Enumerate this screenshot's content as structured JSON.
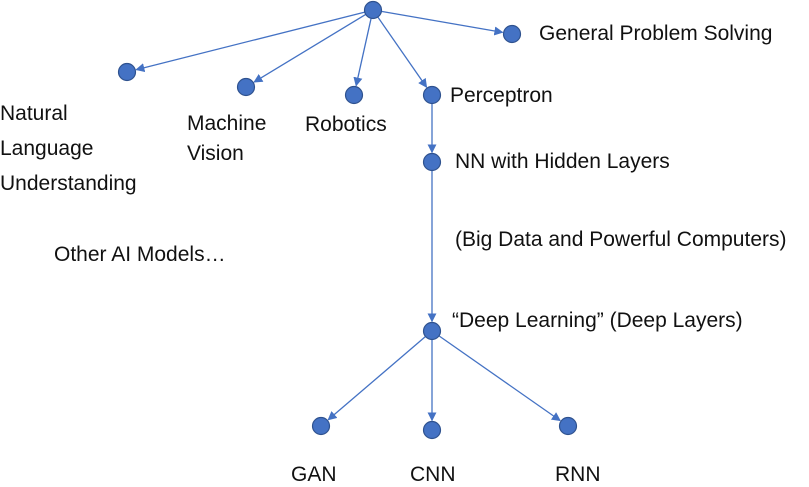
{
  "colors": {
    "node": "#4472C4",
    "node_stroke": "#2F528F",
    "edge": "#4472C4",
    "text": "#111111"
  },
  "labels": {
    "general": "General Problem Solving",
    "nlu": "Natural\nLanguage\nUnderstanding",
    "vision": "Machine\nVision",
    "robotics": "Robotics",
    "perceptron": "Perceptron",
    "nn": "NN with Hidden Layers",
    "bigdata": "(Big Data and Powerful Computers)",
    "deep": "“Deep Learning” (Deep Layers)",
    "other": "Other AI Models…",
    "gan": "GAN",
    "cnn": "CNN",
    "rnn": "RNN"
  }
}
